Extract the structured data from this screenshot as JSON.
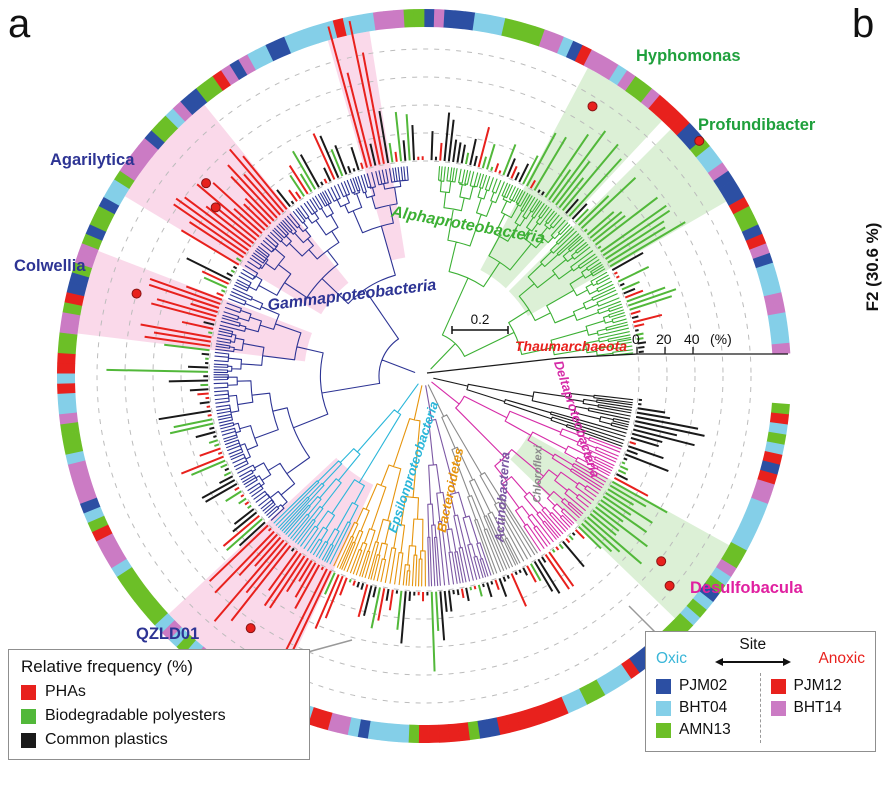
{
  "panel_a": {
    "label": "a"
  },
  "panel_b": {
    "label": "b",
    "y_axis_label": "F2 (30.6 %)"
  },
  "tree": {
    "scale_bar": "0.2",
    "axis": {
      "ticks": [
        "0",
        "20",
        "40"
      ],
      "unit": "(%)"
    },
    "clade_labels": [
      {
        "name": "Alphaproteobacteria",
        "color": "#3cb034"
      },
      {
        "name": "Gammaproteobacteria",
        "color": "#2d3494"
      },
      {
        "name": "Thaumarchaeota",
        "color": "#e8211d"
      },
      {
        "name": "Epsilonproteobacteria",
        "color": "#2ab6d9"
      },
      {
        "name": "Bacteroidetes",
        "color": "#e6940c"
      },
      {
        "name": "Actinobacteria",
        "color": "#7c58a4"
      },
      {
        "name": "Chloroflexi",
        "color": "#8a8a8a"
      },
      {
        "name": "Deltaproteobacteria",
        "color": "#d62ca8"
      }
    ],
    "genus_labels": [
      {
        "name": "Hyphomonas",
        "color": "#1fa03c"
      },
      {
        "name": "Profundibacter",
        "color": "#1fa03c"
      },
      {
        "name": "Agarilytica",
        "color": "#2d3494"
      },
      {
        "name": "Colwellia",
        "color": "#2d3494"
      },
      {
        "name": "QZLD01",
        "color": "#2d3494"
      },
      {
        "name": "Desulfobacula",
        "color": "#e020a0"
      }
    ]
  },
  "legend_frequency": {
    "title": "Relative frequency (%)",
    "items": [
      {
        "label": "PHAs",
        "color": "#e8211d"
      },
      {
        "label": "Biodegradable polyesters",
        "color": "#52b83a"
      },
      {
        "label": "Common plastics",
        "color": "#1a1a1a"
      }
    ]
  },
  "legend_site": {
    "title": "Site",
    "arrow_icon": "double-headed-arrow",
    "oxic": {
      "label": "Oxic",
      "color": "#3ab6d8"
    },
    "anoxic": {
      "label": "Anoxic",
      "color": "#e8211d"
    },
    "columns": {
      "oxic_items": [
        {
          "label": "PJM02",
          "color": "#2c4fa3"
        },
        {
          "label": "BHT04",
          "color": "#84cfe8"
        },
        {
          "label": "AMN13",
          "color": "#6cbf27"
        }
      ],
      "anoxic_items": [
        {
          "label": "PJM12",
          "color": "#e8211d"
        },
        {
          "label": "BHT14",
          "color": "#cb7bc4"
        }
      ]
    }
  }
}
